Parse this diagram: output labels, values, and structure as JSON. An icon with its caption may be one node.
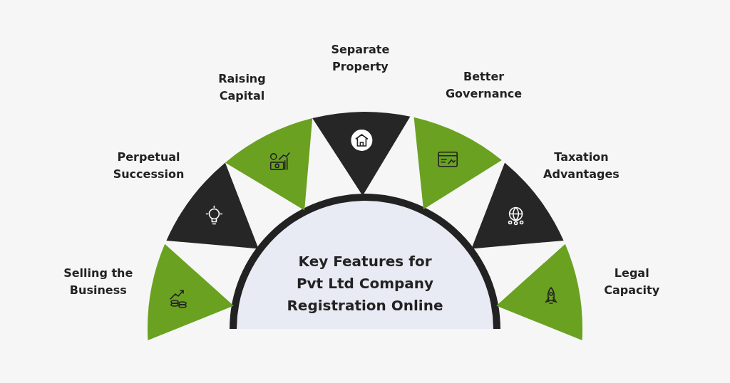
{
  "diagram": {
    "nodes": [
      {
        "text": [
          "Key Features for Pvt Ltd Company Registration Online"
        ]
      },
      {
        "text": [
          "Selling the Business"
        ]
      },
      {
        "text": [
          "Perpetual Succession"
        ]
      },
      {
        "text": [
          "Raising Capital"
        ]
      },
      {
        "text": [
          "Separate Property"
        ]
      },
      {
        "text": [
          "Better Governance"
        ]
      },
      {
        "text": [
          "Taxation Advantages"
        ]
      },
      {
        "text": [
          "Legal Capacity"
        ]
      }
    ]
  }
}
